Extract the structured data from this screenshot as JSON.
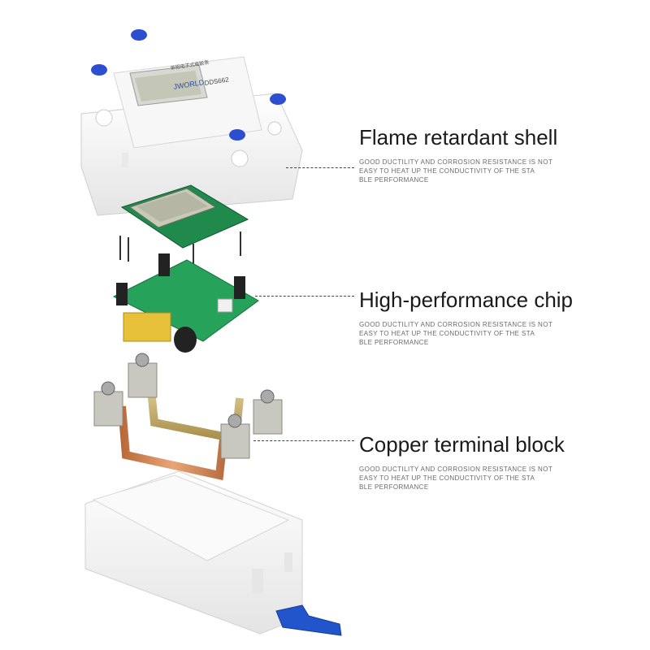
{
  "meter_display": {
    "brand": "JWORLD",
    "model": "DDS662",
    "label": "单相电子式电能表"
  },
  "callouts": [
    {
      "title": "Flame retardant shell",
      "description_lines": [
        "GOOD DUCTILITY AND CORROSION RESISTANCE IS NOT",
        "EASY TO HEAT UP THE CONDUCTIVITY OF THE STA",
        "BLE PERFORMANCE"
      ]
    },
    {
      "title": "High-performance chip",
      "description_lines": [
        "GOOD DUCTILITY AND CORROSION RESISTANCE IS NOT",
        "EASY TO HEAT UP THE CONDUCTIVITY OF THE STA",
        "BLE PERFORMANCE"
      ]
    },
    {
      "title": "Copper terminal block",
      "description_lines": [
        "GOOD DUCTILITY AND CORROSION RESISTANCE IS NOT",
        "EASY TO HEAT UP THE CONDUCTIVITY OF THE STA",
        "BLE PERFORMANCE"
      ]
    }
  ],
  "colors": {
    "shell": "#f4f4f4",
    "pcb": "#1f8a4c",
    "lcd": "#c9c9b8",
    "copper": "#d28a58",
    "brass": "#c9b070",
    "clip": "#2255cc",
    "screw_cap": "#2b4fd0"
  }
}
